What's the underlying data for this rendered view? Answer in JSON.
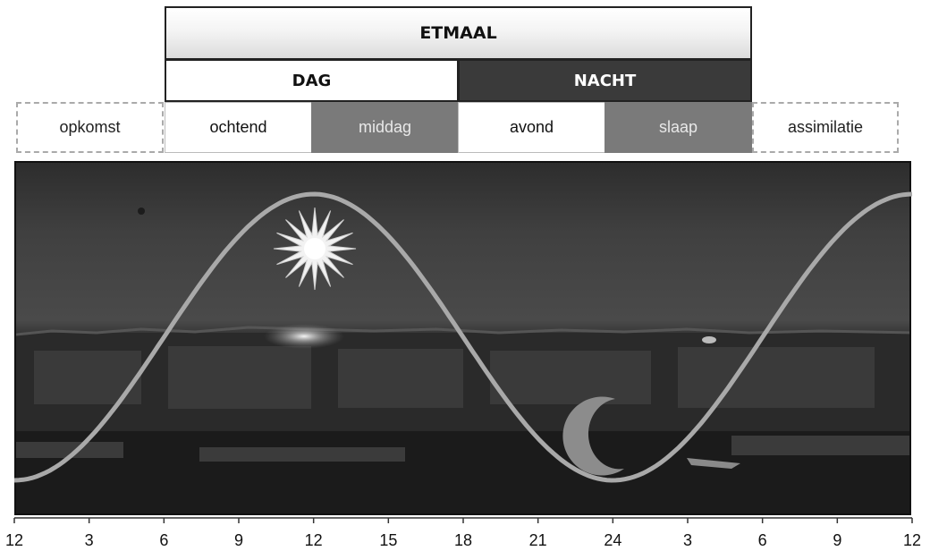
{
  "header": {
    "title": "ETMAAL"
  },
  "periods": {
    "day": "DAG",
    "night": "NACHT"
  },
  "phases": [
    {
      "label": "opkomst",
      "style": "dashed"
    },
    {
      "label": "ochtend",
      "style": "light"
    },
    {
      "label": "middag",
      "style": "gray"
    },
    {
      "label": "avond",
      "style": "light"
    },
    {
      "label": "slaap",
      "style": "gray"
    },
    {
      "label": "assimilatie",
      "style": "dashed"
    }
  ],
  "time_axis": {
    "ticks": [
      "12",
      "3",
      "6",
      "9",
      "12",
      "15",
      "18",
      "21",
      "24",
      "3",
      "6",
      "9",
      "12"
    ]
  },
  "icons": {
    "sun": "sun-icon",
    "moon": "moon-icon"
  },
  "colors": {
    "curve": "#a9a9a9",
    "night_band": "#3a3a3a",
    "gray_cell": "#7a7a7a"
  }
}
